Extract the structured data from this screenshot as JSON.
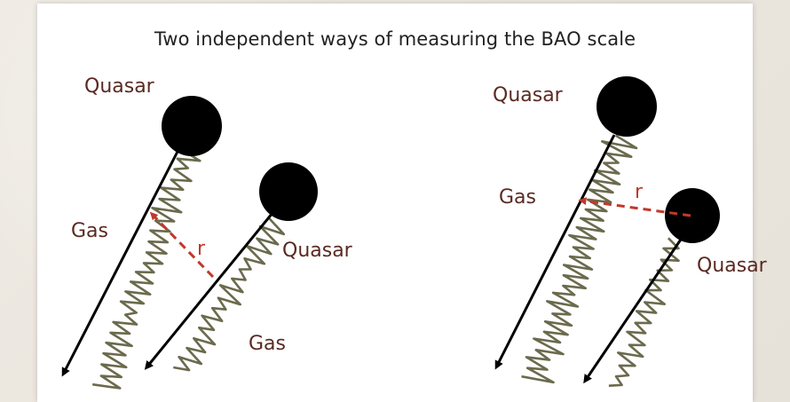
{
  "title": "Two independent ways of measuring the BAO scale",
  "colors": {
    "label": "#5a2a22",
    "gas_spectrum": "#6b6a4d",
    "sightline": "#000000",
    "separation": "#c0392b",
    "quasar": "#000000"
  },
  "left_panel": {
    "quasar_top": "Quasar",
    "gas_left": "Gas",
    "quasar_right": "Quasar",
    "gas_bottom": "Gas",
    "separation_label": "r"
  },
  "right_panel": {
    "quasar_top": "Quasar",
    "gas_left": "Gas",
    "quasar_right": "Quasar",
    "separation_label": "r"
  }
}
